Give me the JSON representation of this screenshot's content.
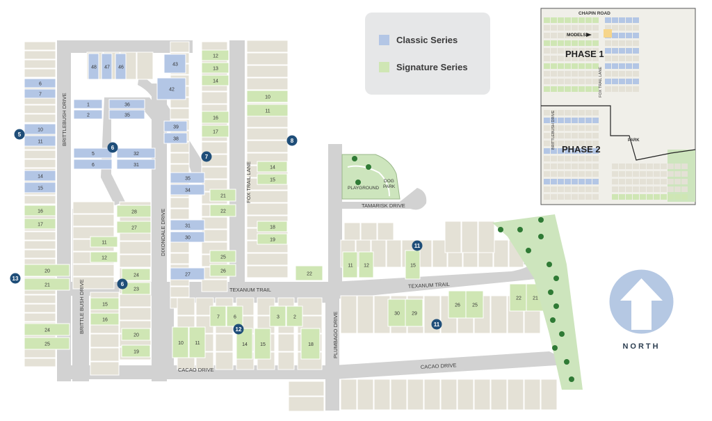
{
  "legend": {
    "classic_label": "Classic Series",
    "signature_label": "Signature Series",
    "classic_color": "#b3c6e5",
    "signature_color": "#cfe6b4"
  },
  "colors": {
    "lot": "#e4e1d6",
    "road": "#d2d2d2",
    "badge": "#1f4e79",
    "greenbelt": "#cde5bd",
    "tree": "#2f7a35"
  },
  "streets": {
    "brittlebush_north": "BRITTLEBUSH DRIVE",
    "brittlebush_south": "BRITTLE BUSH DRIVE",
    "dixondale": "DIXONDALE DRIVE",
    "fox_trail": "FOX TRAIL LANE",
    "texanum_west": "TEXANUM TRAIL",
    "texanum_east": "TEXANUM TRAIL",
    "cacao_west": "CACAO DRIVE",
    "cacao_east": "CACAO DRIVE",
    "plumbago": "PLUMBAGO DRIVE",
    "tamarisk": "TAMARISK DRIVE"
  },
  "park": {
    "playground": "PLAYGROUND",
    "dog_park_line1": "DOG",
    "dog_park_line2": "PARK"
  },
  "badges": [
    "5",
    "6",
    "6",
    "7",
    "8",
    "11",
    "11",
    "12",
    "13"
  ],
  "lots": {
    "classic": [
      "48",
      "47",
      "46",
      "43",
      "42",
      "6",
      "7",
      "1",
      "2",
      "36",
      "35",
      "10",
      "11",
      "39",
      "38",
      "5",
      "6",
      "32",
      "31",
      "14",
      "15",
      "35",
      "34",
      "31",
      "30",
      "27"
    ],
    "signature": [
      "12",
      "13",
      "14",
      "10",
      "11",
      "16",
      "17",
      "21",
      "22",
      "14",
      "15",
      "25",
      "26",
      "18",
      "19",
      "16",
      "17",
      "28",
      "27",
      "11",
      "12",
      "24",
      "23",
      "20",
      "21",
      "15",
      "16",
      "24",
      "25",
      "20",
      "19",
      "22",
      "11",
      "12",
      "15",
      "7",
      "6",
      "3",
      "2",
      "10",
      "11",
      "14",
      "15",
      "18",
      "30",
      "29",
      "26",
      "25",
      "22",
      "21"
    ]
  },
  "inset": {
    "road": "CHAPIN ROAD",
    "models": "MODELS",
    "phase1": "PHASE 1",
    "phase2": "PHASE 2",
    "fox_trail": "FOX TRAIL LANE",
    "brittlebush": "BRITTLEBUSH DRIVE",
    "park": "PARK"
  },
  "compass": {
    "label": "NORTH"
  }
}
